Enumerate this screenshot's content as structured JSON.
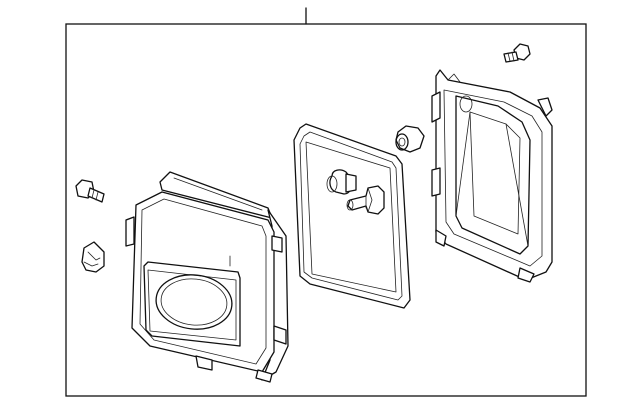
{
  "diagram": {
    "type": "exploded-parts-diagram",
    "parts": [
      "headlamp-housing",
      "lens-gasket",
      "bulb",
      "bulb-socket",
      "reflector-bracket",
      "hex-nut",
      "bolt",
      "bolt",
      "clip"
    ],
    "colors": {
      "line": "#111111",
      "background": "#ffffff"
    }
  }
}
